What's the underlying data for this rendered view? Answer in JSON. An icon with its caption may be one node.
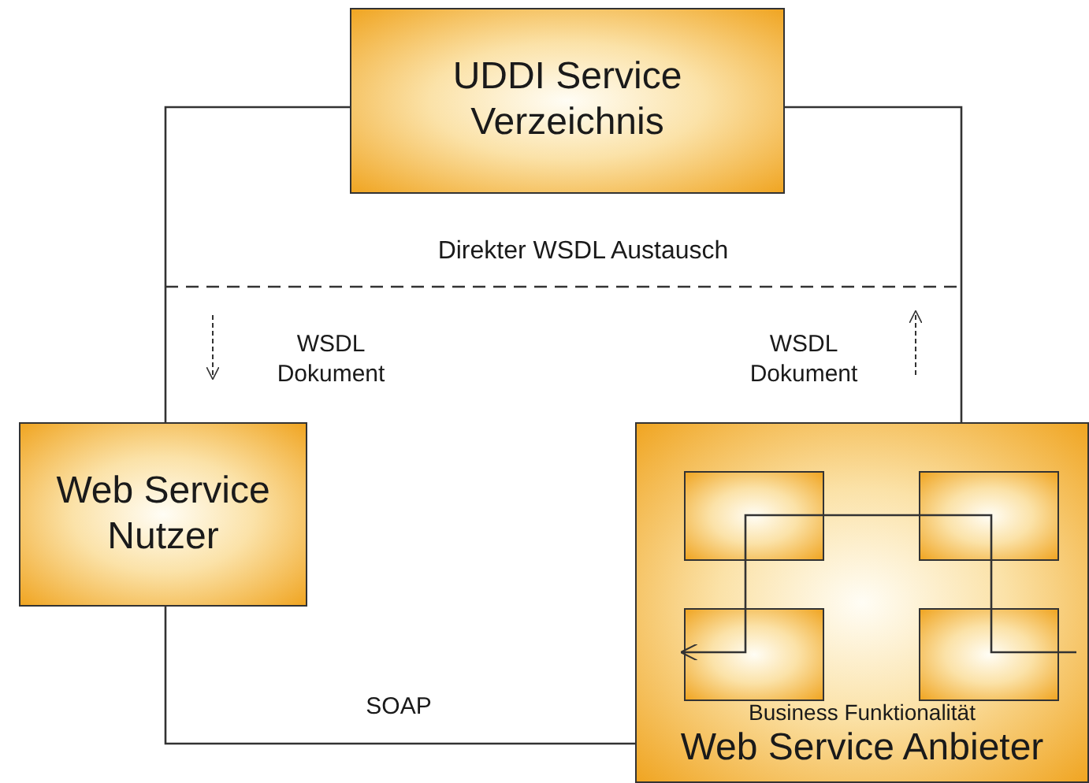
{
  "diagram": {
    "nodes": [
      {
        "text": [
          "UDDI Service Verzeichnis"
        ]
      },
      {
        "text": [
          "Web Service Nutzer"
        ]
      },
      {
        "text": [
          "Business Funktionalität",
          "Web Service Anbieter"
        ]
      },
      {
        "text": [],
        "shape": "box",
        "in": 2
      },
      {
        "text": [],
        "shape": "box",
        "in": 2
      },
      {
        "text": [],
        "shape": "box",
        "in": 2
      },
      {
        "text": [],
        "shape": "box",
        "in": 2
      }
    ],
    "edges": [
      {
        "from": 0,
        "to": 1,
        "arrow": "none",
        "label": "WSDL Dokument"
      },
      {
        "from": 2,
        "to": 0,
        "arrow": "none",
        "label": "WSDL Dokument"
      },
      {
        "from": 1,
        "to": 2,
        "arrow": "none",
        "label": "SOAP"
      },
      {
        "from": null,
        "to": 5,
        "arrow": "to"
      }
    ],
    "labels": [
      "Direkter WSDL Austausch"
    ]
  }
}
